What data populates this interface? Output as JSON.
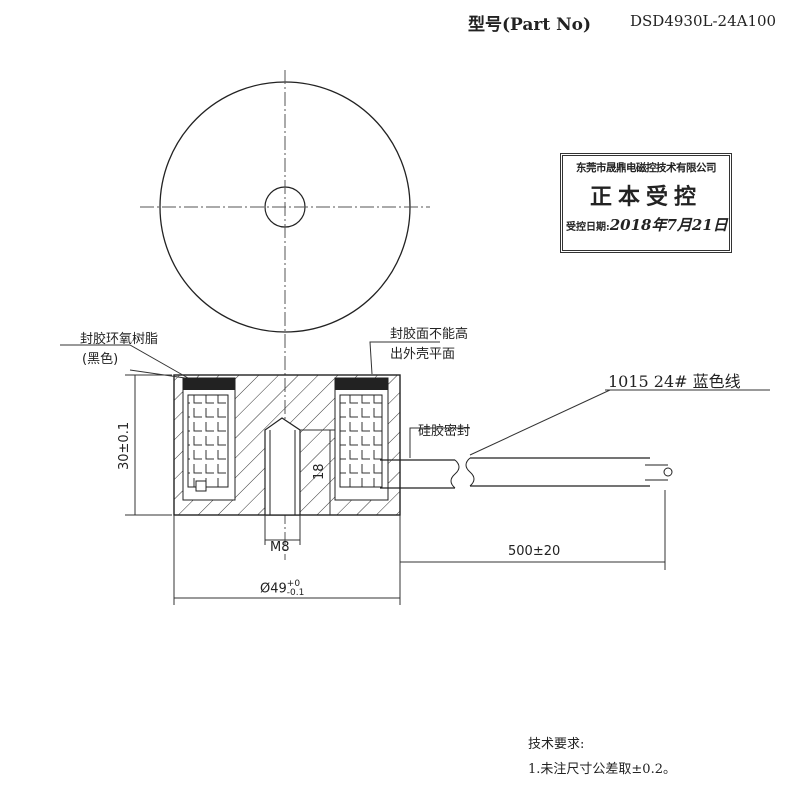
{
  "header": {
    "part_label": "型号(Part No)",
    "part_number": "DSD4930L-24A100"
  },
  "stamp": {
    "company": "东莞市晟鼎电磁控技术有限公司",
    "title": "正本受控",
    "date_label": "受控日期:",
    "date_value": "2018年7月21日"
  },
  "annotations": {
    "epoxy_seal": "封胶环氧树脂",
    "epoxy_color": "(黑色)",
    "seal_surface_1": "封胶面不能高",
    "seal_surface_2": "出外壳平面",
    "silicone_seal": "硅胶密封",
    "wire_spec": "1015  24#  蓝色线"
  },
  "dimensions": {
    "height": "30±0.1",
    "thread_depth": "18",
    "thread": "M8",
    "diameter": "Ø49",
    "diameter_tol_upper": "+0",
    "diameter_tol_lower": "-0.1",
    "wire_length": "500±20"
  },
  "notes": {
    "title": "技术要求:",
    "items": [
      "1.未注尺寸公差取±0.2。"
    ]
  }
}
